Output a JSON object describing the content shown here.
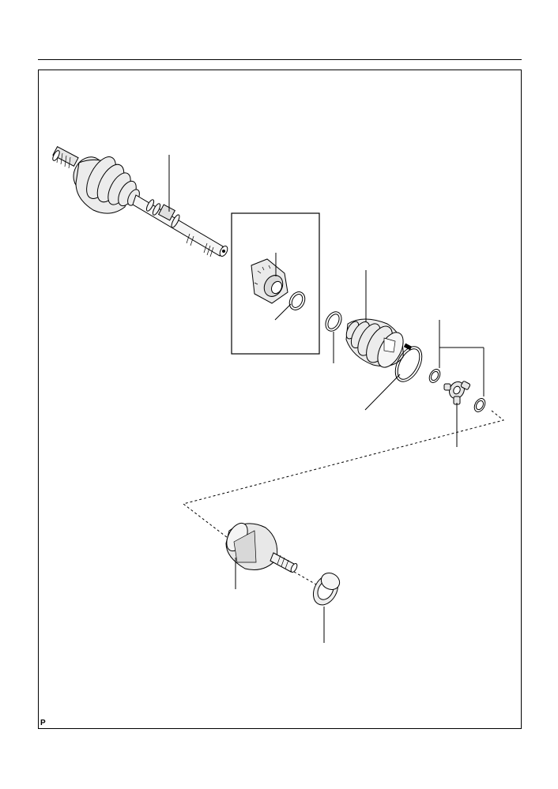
{
  "diagram": {
    "corner_code": "P",
    "colors": {
      "line": "#000000",
      "background": "#ffffff",
      "fill_light": "#f2f2f2",
      "fill_mid": "#d8d8d8",
      "fill_dark": "#9a9a9a"
    },
    "parts": [
      "drive-shaft-outboard-joint-and-shaft",
      "dynamic-damper",
      "damper-clamp",
      "boot-clamp-small",
      "inboard-joint-boot",
      "boot-clamp-large",
      "snap-ring",
      "tripod-joint",
      "snap-ring-2",
      "inboard-joint-tulip",
      "dust-deflector"
    ]
  }
}
